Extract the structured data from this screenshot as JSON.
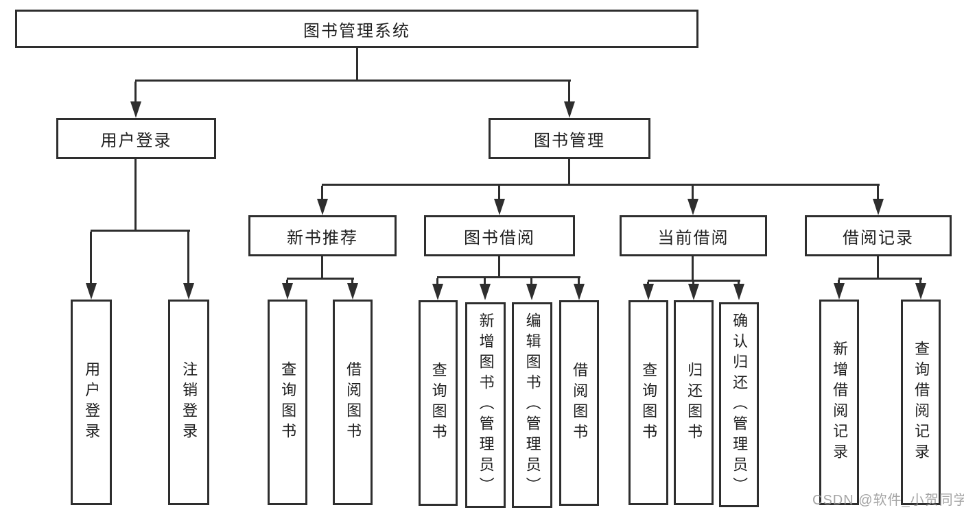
{
  "tree": {
    "root": {
      "label": "图书管理系统"
    },
    "children": [
      {
        "label": "用户登录",
        "children": [
          {
            "label": "用户登录"
          },
          {
            "label": "注销登录"
          }
        ]
      },
      {
        "label": "图书管理",
        "children": [
          {
            "label": "新书推荐",
            "children": [
              {
                "label": "查询图书"
              },
              {
                "label": "借阅图书"
              }
            ]
          },
          {
            "label": "图书借阅",
            "children": [
              {
                "label": "查询图书"
              },
              {
                "label": "新增图书（管理员）"
              },
              {
                "label": "编辑图书（管理员）"
              },
              {
                "label": "借阅图书"
              }
            ]
          },
          {
            "label": "当前借阅",
            "children": [
              {
                "label": "查询图书"
              },
              {
                "label": "归还图书"
              },
              {
                "label": "确认归还（管理员）"
              }
            ]
          },
          {
            "label": "借阅记录",
            "children": [
              {
                "label": "新增借阅记录"
              },
              {
                "label": "查询借阅记录"
              }
            ]
          }
        ]
      }
    ]
  },
  "watermark": {
    "text": "CSDN @软件_小贺同学"
  },
  "colors": {
    "line": "#2e2e2e",
    "text": "#1f1f1f",
    "background": "#ffffff",
    "watermark": "#949494"
  }
}
